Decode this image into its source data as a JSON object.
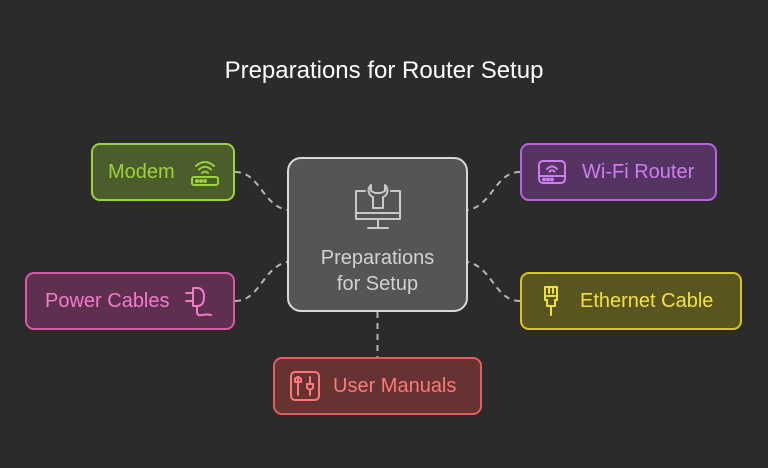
{
  "title": "Preparations for Router Setup",
  "center": {
    "label_line1": "Preparations",
    "label_line2": "for Setup",
    "icon": "tools-monitor-icon"
  },
  "nodes": {
    "modem": {
      "label": "Modem",
      "icon": "wifi-signal-icon",
      "color": "#9bd33a"
    },
    "wifi_router": {
      "label": "Wi-Fi Router",
      "icon": "router-icon",
      "color": "#cf7df0"
    },
    "power_cables": {
      "label": "Power Cables",
      "icon": "plug-icon",
      "color": "#f07cc8"
    },
    "ethernet_cable": {
      "label": "Ethernet Cable",
      "icon": "ethernet-connector-icon",
      "color": "#f2e23b"
    },
    "user_manuals": {
      "label": "User Manuals",
      "icon": "manual-tools-icon",
      "color": "#ff7878"
    }
  },
  "colors": {
    "background": "#2b2b2b",
    "center_fill": "#555555",
    "center_border": "#d8d8d8",
    "connector": "#b5b5b5"
  }
}
